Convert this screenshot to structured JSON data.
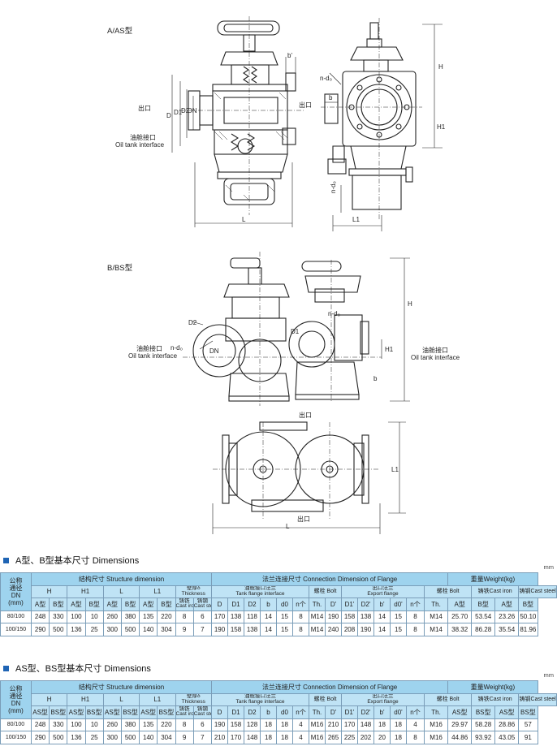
{
  "drawings": {
    "a_type_title": "A/AS型",
    "b_type_title": "B/BS型",
    "labels": {
      "outlet_top": "出口",
      "outlet_side": "出口",
      "outlet_mid": "出口",
      "outlet_bottom": "出口",
      "tank_cn_a": "油舱接口",
      "tank_en_a": "Oil tank interface",
      "tank_cn_b_left": "油舱接口",
      "tank_en_b_left": "Oil tank interface",
      "tank_cn_b_right": "油舱接口",
      "tank_en_b_right": "Oil tank interface",
      "D": "D",
      "D1": "D1",
      "D2": "D2",
      "DN": "DN",
      "L": "L",
      "L_b": "L",
      "L1": "L1",
      "L1_b": "L1",
      "H": "H",
      "H_b": "H",
      "H1": "H1",
      "H1_b": "H1",
      "b": "b",
      "b_prime": "b'",
      "b_b": "b",
      "nd0": "n-d₀",
      "nd0_b1": "n-d₀",
      "nd0_b2": "n-d₀",
      "nd0_v": "n-d₀",
      "D2_b": "D2",
      "DN_b": "DN",
      "D1_b": "D1"
    }
  },
  "tables": [
    {
      "section_title": "A型、B型基本尺寸 Dimensions",
      "unit": "mm",
      "header": {
        "nominal": "公称通径DN(mm)",
        "nominal_lines": [
          "公称",
          "通径",
          "DN",
          "(mm)"
        ],
        "structure": "结构尺寸 Structure dimension",
        "connection": "法兰连接尺寸 Connection Dimension of Flange",
        "weight": "重量Weight(kg)",
        "H": "H",
        "H1": "H1",
        "L": "L",
        "L1": "L1",
        "thickness_cn": "壁厚δ",
        "thickness_en": "Thickness",
        "tank_flange_cn": "油舱接口法兰",
        "tank_flange_en": "Tank flange interface",
        "bolt1": "螺栓 Bolt",
        "export_cn": "出口法兰",
        "export_en": "Export flange",
        "bolt2": "螺栓 Bolt",
        "cast_iron": "铸铁Cast iron",
        "cast_steel": "铸钢Cast steel"
      },
      "subheader": [
        "A型",
        "B型",
        "A型",
        "B型",
        "A型",
        "B型",
        "A型",
        "B型",
        "铸铁|Cast iron",
        "铸钢|Cast steel",
        "D",
        "D1",
        "D2",
        "b",
        "d0",
        "n个",
        "Th.",
        "D'",
        "D1'",
        "D2'",
        "b'",
        "d0'",
        "n个",
        "Th.",
        "A型",
        "B型",
        "A型",
        "B型"
      ],
      "rows": [
        [
          "80/100",
          "248",
          "330",
          "100",
          "10",
          "260",
          "380",
          "135",
          "220",
          "8",
          "6",
          "170",
          "138",
          "118",
          "14",
          "15",
          "8",
          "M14",
          "190",
          "158",
          "138",
          "14",
          "15",
          "8",
          "M14",
          "25.70",
          "53.54",
          "23.26",
          "50.10"
        ],
        [
          "100/150",
          "290",
          "500",
          "136",
          "25",
          "300",
          "500",
          "140",
          "304",
          "9",
          "7",
          "190",
          "158",
          "138",
          "14",
          "15",
          "8",
          "M14",
          "240",
          "208",
          "190",
          "14",
          "15",
          "8",
          "M14",
          "38.32",
          "86.28",
          "35.54",
          "81.96"
        ]
      ]
    },
    {
      "section_title": "AS型、BS型基本尺寸 Dimensions",
      "unit": "mm",
      "header": {
        "nominal": "公称通径DN(mm)",
        "nominal_lines": [
          "公称",
          "通径",
          "DN",
          "(mm)"
        ],
        "structure": "结构尺寸 Structure dimension",
        "connection": "法兰连接尺寸 Connection Dimension of Flange",
        "weight": "重量Weight(kg)",
        "H": "H",
        "H1": "H1",
        "L": "L",
        "L1": "L1",
        "thickness_cn": "壁厚δ",
        "thickness_en": "Thickness",
        "tank_flange_cn": "油舱接口法兰",
        "tank_flange_en": "Tank flange interface",
        "bolt1": "螺栓 Bolt",
        "export_cn": "出口法兰",
        "export_en": "Export flange",
        "bolt2": "螺栓 Bolt",
        "cast_iron": "铸铁Cast iron",
        "cast_steel": "铸钢Cast steel"
      },
      "subheader": [
        "AS型",
        "BS型",
        "AS型",
        "BS型",
        "AS型",
        "BS型",
        "AS型",
        "BS型",
        "铸铁|Cast iron",
        "铸钢|Cast steel",
        "D",
        "D1",
        "D2",
        "b",
        "d0",
        "n个",
        "Th.",
        "D'",
        "D1'",
        "D2'",
        "b'",
        "d0'",
        "n个",
        "Th.",
        "AS型",
        "BS型",
        "AS型",
        "BS型"
      ],
      "rows": [
        [
          "80/100",
          "248",
          "330",
          "100",
          "10",
          "260",
          "380",
          "135",
          "220",
          "8",
          "6",
          "190",
          "158",
          "128",
          "18",
          "18",
          "4",
          "M16",
          "210",
          "170",
          "148",
          "18",
          "18",
          "4",
          "M16",
          "29.97",
          "58.28",
          "28.86",
          "57"
        ],
        [
          "100/150",
          "290",
          "500",
          "136",
          "25",
          "300",
          "500",
          "140",
          "304",
          "9",
          "7",
          "210",
          "170",
          "148",
          "18",
          "18",
          "4",
          "M16",
          "265",
          "225",
          "202",
          "20",
          "18",
          "8",
          "M16",
          "44.86",
          "93.92",
          "43.05",
          "91"
        ]
      ]
    }
  ]
}
